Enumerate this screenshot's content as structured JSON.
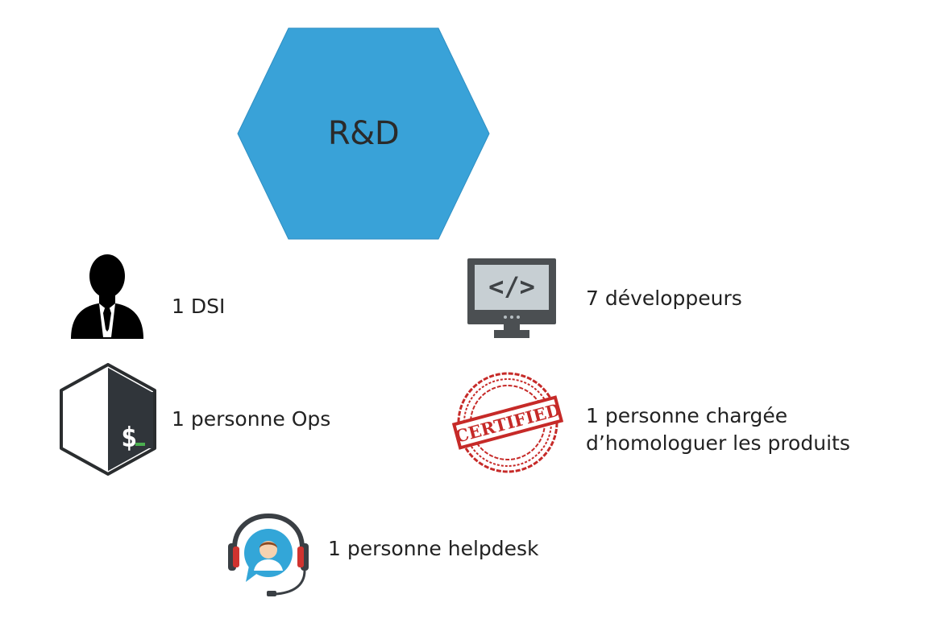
{
  "center": {
    "label": "R&D",
    "color": "#39a2d8"
  },
  "members": [
    {
      "icon": "manager-icon",
      "label": "1 DSI"
    },
    {
      "icon": "code-monitor-icon",
      "label": "7 développeurs"
    },
    {
      "icon": "bash-terminal-icon",
      "label": "1 personne Ops"
    },
    {
      "icon": "certified-stamp-icon",
      "label_line1": "1 personne chargée",
      "label_line2": "d’homologuer les produits",
      "stamp_text": "CERTIFIED"
    },
    {
      "icon": "headset-support-icon",
      "label": "1 personne helpdesk"
    }
  ]
}
